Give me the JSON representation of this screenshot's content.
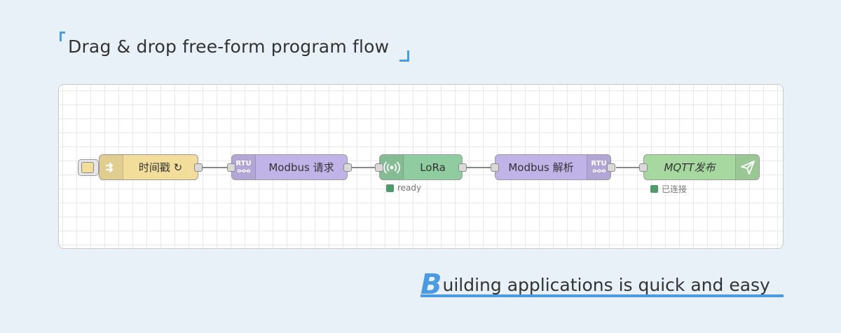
{
  "header": {
    "title": "Drag & drop free-form program flow"
  },
  "flow": {
    "nodes": [
      {
        "id": "inject",
        "label": "时间戳 ↻",
        "color": "#f3dd9b",
        "icon": "arrow-right-icon"
      },
      {
        "id": "modbus-request",
        "label": "Modbus 请求",
        "color": "#c0b3e8",
        "icon": "rtu-icon",
        "icon_text": "RTU"
      },
      {
        "id": "lora",
        "label": "LoRa",
        "color": "#8fcca0",
        "icon": "radio-signal-icon"
      },
      {
        "id": "modbus-parse",
        "label": "Modbus 解析",
        "color": "#c0b3e8",
        "icon": "rtu-icon",
        "icon_text": "RTU"
      },
      {
        "id": "mqtt-publish",
        "label": "MQTT发布",
        "color": "#a6d8a0",
        "icon": "send-icon"
      }
    ],
    "status": {
      "lora": "ready",
      "mqtt": "已连接",
      "color": "#4e9a6b"
    }
  },
  "footer": {
    "tagline_first": "B",
    "tagline_rest": "uilding applications is quick and easy",
    "accent": "#4a9be2"
  }
}
